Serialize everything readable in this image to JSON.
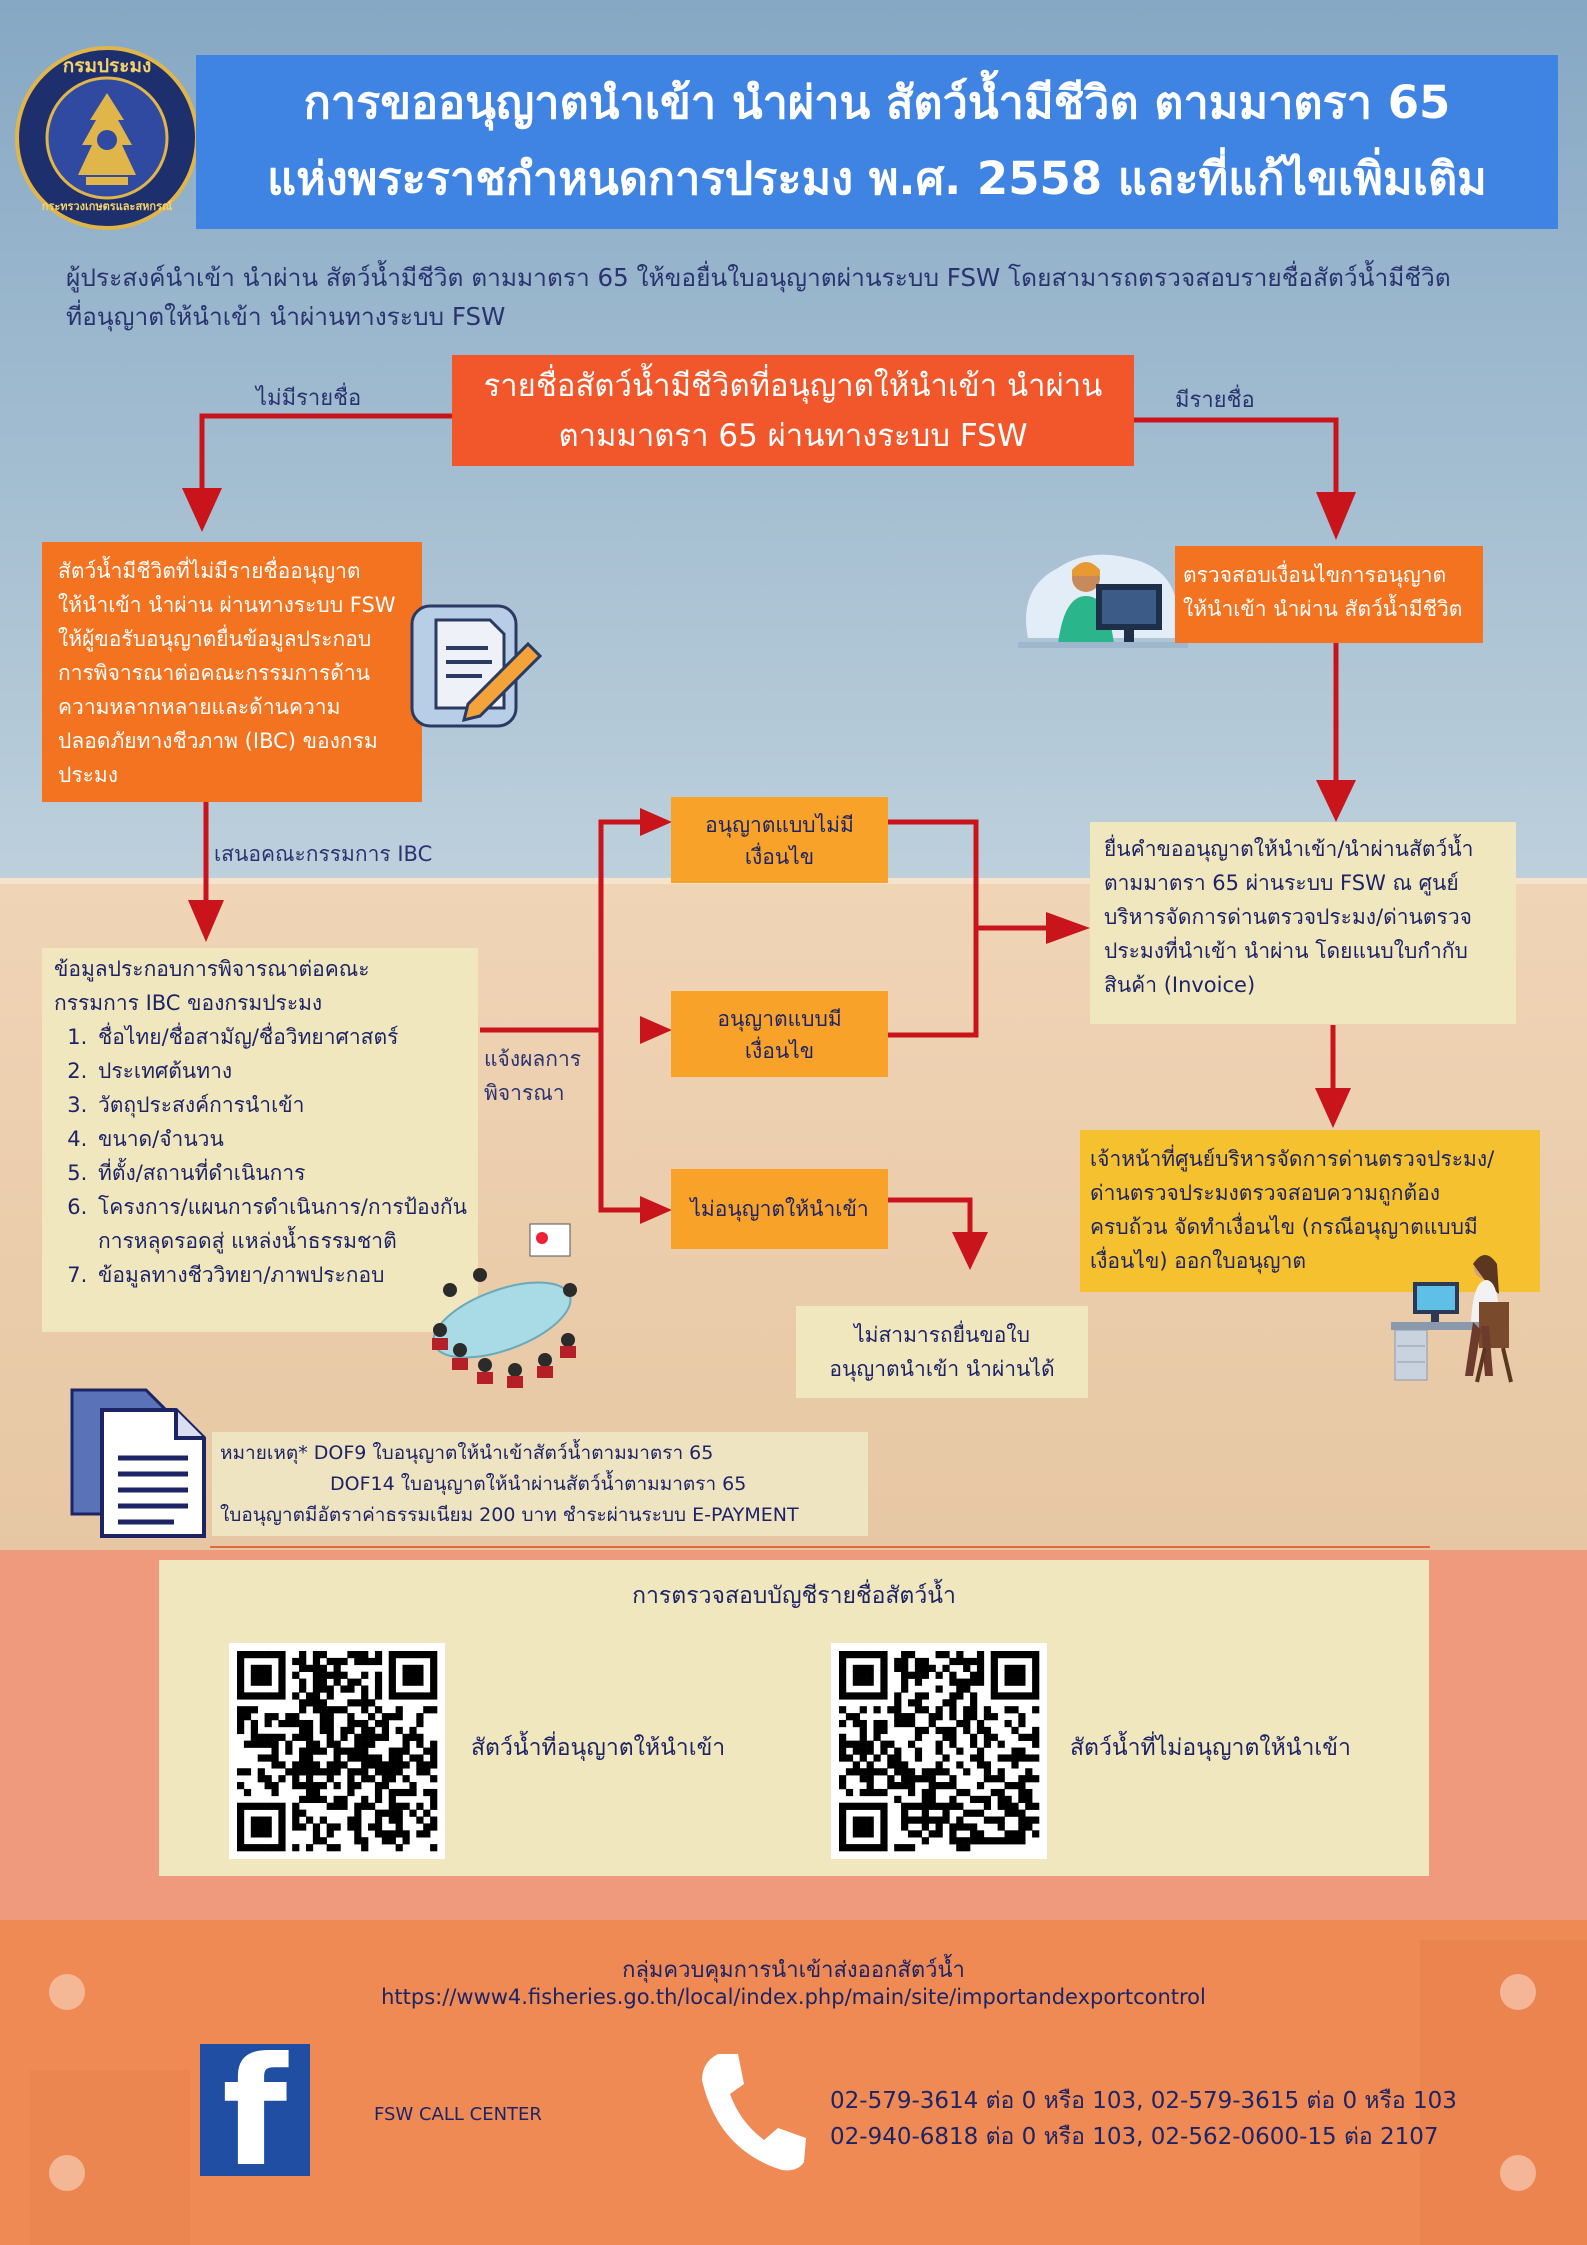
{
  "header": {
    "title_line1": "การขออนุญาตนำเข้า นำผ่าน สัตว์น้ำมีชีวิต ตามมาตรา 65",
    "title_line2": "แห่งพระราชกำหนดการประมง พ.ศ. 2558 และที่แก้ไขเพิ่มเติม",
    "seal_text_top": "กรมประมง",
    "seal_text_bottom": "กระทรวงเกษตรและสหกรณ์"
  },
  "intro": {
    "line1": "ผู้ประสงค์นำเข้า นำผ่าน สัตว์น้ำมีชีวิต ตามมาตรา 65 ให้ขอยื่นใบอนุญาตผ่านระบบ FSW โดยสามารถตรวจสอบรายชื่อสัตว์น้ำมีชีวิต",
    "line2": "ที่อนุญาตให้นำเข้า นำผ่านทางระบบ FSW"
  },
  "flow": {
    "list_box_line1": "รายชื่อสัตว์น้ำมีชีวิตที่อนุญาตให้นำเข้า นำผ่าน",
    "list_box_line2": "ตามมาตรา 65 ผ่านทางระบบ FSW",
    "label_not_listed": "ไม่มีรายชื่อ",
    "label_listed": "มีรายชื่อ",
    "not_listed_box": [
      "สัตว์น้ำมีชีวิตที่ไม่มีรายชื่ออนุญาต",
      "ให้นำเข้า นำผ่าน ผ่านทางระบบ FSW",
      "ให้ผู้ขอรับอนุญาตยื่นข้อมูลประกอบ",
      "การพิจารณาต่อคณะกรรมการด้าน",
      "ความหลากหลายและด้านความ",
      "ปลอดภัยทางชีวภาพ (IBC) ของกรม",
      "ประมง"
    ],
    "label_propose_ibc": "เสนอคณะกรรมการ IBC",
    "ibc_info_title_line1": "ข้อมูลประกอบการพิจารณาต่อคณะ",
    "ibc_info_title_line2": "กรรมการ IBC ของกรมประมง",
    "ibc_info_items": [
      "ชื่อไทย/ชื่อสามัญ/ชื่อวิทยาศาสตร์",
      "ประเทศต้นทาง",
      "วัตถุประสงค์การนำเข้า",
      "ขนาด/จำนวน",
      "ที่ตั้ง/สถานที่ดำเนินการ",
      "โครงการ/แผนการดำเนินการ/การป้องกันการหลุดรอดสู่ แหล่งน้ำธรรมชาติ",
      "ข้อมูลทางชีววิทยา/ภาพประกอบ"
    ],
    "label_notify_line1": "แจ้งผลการ",
    "label_notify_line2": "พิจารณา",
    "allow_unconditional_line1": "อนุญาตแบบไม่มี",
    "allow_unconditional_line2": "เงื่อนไข",
    "allow_conditional_line1": "อนุญาตแบบมี",
    "allow_conditional_line2": "เงื่อนไข",
    "not_allowed": "ไม่อนุญาตให้นำเข้า",
    "cannot_apply_line1": "ไม่สามารถยื่นขอใบ",
    "cannot_apply_line2": "อนุญาตนำเข้า นำผ่านได้",
    "check_conditions_line1": "ตรวจสอบเงื่อนไขการอนุญาต",
    "check_conditions_line2": "ให้นำเข้า นำผ่าน สัตว์น้ำมีชีวิต",
    "submit_box": [
      "ยื่นคำขออนุญาตให้นำเข้า/นำผ่านสัตว์น้ำ",
      "ตามมาตรา 65 ผ่านระบบ FSW ณ ศูนย์",
      "บริหารจัดการด่านตรวจประมง/ด่านตรวจ",
      "ประมงที่นำเข้า นำผ่าน โดยแนบใบกำกับ",
      "สินค้า (Invoice)"
    ],
    "officer_box": [
      "เจ้าหน้าที่ศูนย์บริหารจัดการด่านตรวจประมง/",
      "ด่านตรวจประมงตรวจสอบความถูกต้อง",
      "ครบถ้วน จัดทำเงื่อนไข (กรณีอนุญาตแบบมี",
      "เงื่อนไข) ออกใบอนุญาต"
    ]
  },
  "note": {
    "line1": "หมายเหตุ*   DOF9 ใบอนุญาตให้นำเข้าสัตว์น้ำตามมาตรา 65",
    "line2": "DOF14 ใบอนุญาตให้นำผ่านสัตว์น้ำตามมาตรา 65",
    "line3": "ใบอนุญาตมีอัตราค่าธรรมเนียม 200 บาท ชำระผ่านระบบ E-PAYMENT"
  },
  "qr_section": {
    "title": "การตรวจสอบบัญชีรายชื่อสัตว์น้ำ",
    "left_label": "สัตว์น้ำที่อนุญาตให้นำเข้า",
    "right_label": "สัตว์น้ำที่ไม่อนุญาตให้นำเข้า"
  },
  "footer": {
    "unit": "กลุ่มควบคุมการนำเข้าส่งออกสัตว์น้ำ",
    "url": "https://www4.fisheries.go.th/local/index.php/main/site/importandexportcontrol",
    "facebook_label": "FSW CALL CENTER",
    "phone_line1": "02-579-3614 ต่อ 0 หรือ 103, 02-579-3615 ต่อ 0 หรือ 103",
    "phone_line2": "02-940-6818 ต่อ 0 หรือ 103, 02-562-0600-15 ต่อ 2107"
  },
  "colors": {
    "title_blue": "#3f83e3",
    "list_red": "#f2572b",
    "box_orange": "#f47321",
    "box_amber": "#f9a22a",
    "box_cream": "#f1e7be",
    "box_yellow": "#f6c12e",
    "arrow_red": "#c9141c",
    "text_navy": "#1c2466",
    "facebook_blue": "#1f4ea3"
  }
}
